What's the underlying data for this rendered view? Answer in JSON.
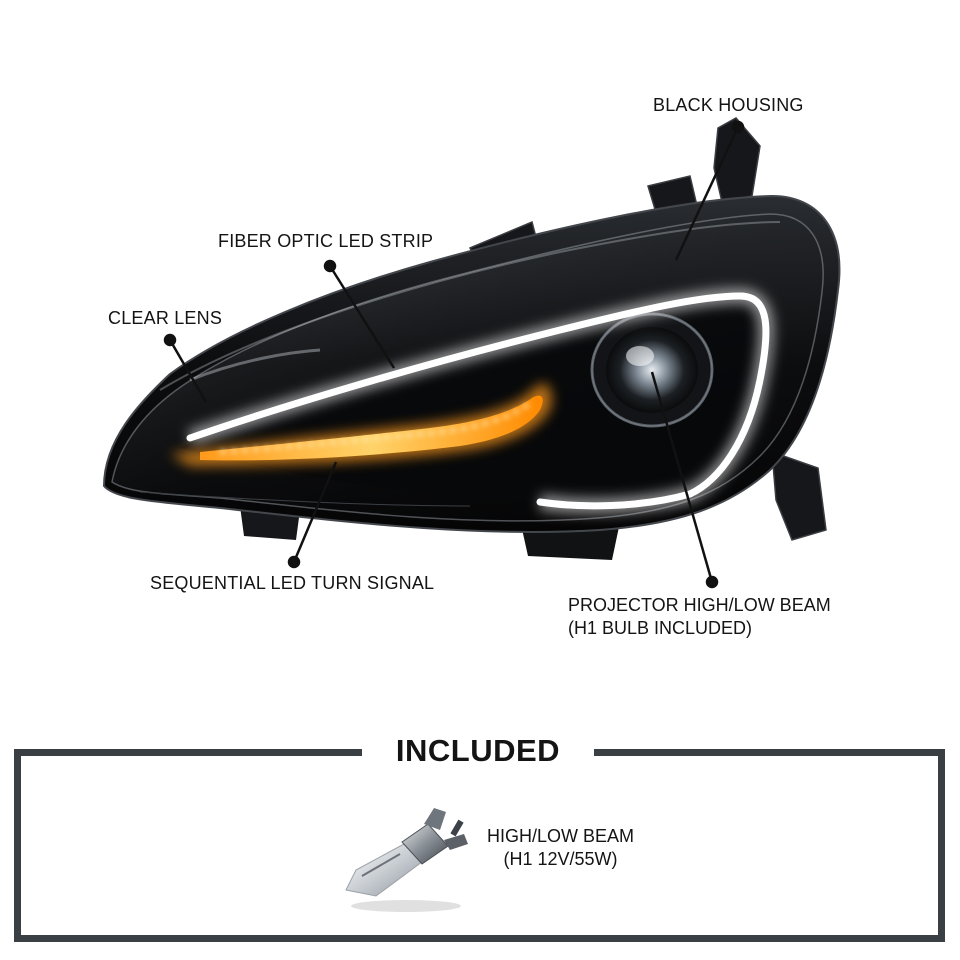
{
  "callouts": {
    "black_housing": "BLACK HOUSING",
    "fiber_optic": "FIBER OPTIC LED STRIP",
    "clear_lens": "CLEAR LENS",
    "sequential": "SEQUENTIAL LED TURN SIGNAL",
    "projector_line1": "PROJECTOR HIGH/LOW BEAM",
    "projector_line2": "(H1 BULB INCLUDED)"
  },
  "included": {
    "title": "INCLUDED",
    "bulb_line1": "HIGH/LOW BEAM",
    "bulb_line2": "(H1 12V/55W)"
  },
  "colors": {
    "housing": "#0b0b0d",
    "drl_glow": "#ffffff",
    "turn_signal": "#ffb020",
    "box_border": "#3a3f43"
  },
  "icons": {
    "headlight": "headlight-illustration",
    "bulb": "h1-bulb-illustration"
  }
}
